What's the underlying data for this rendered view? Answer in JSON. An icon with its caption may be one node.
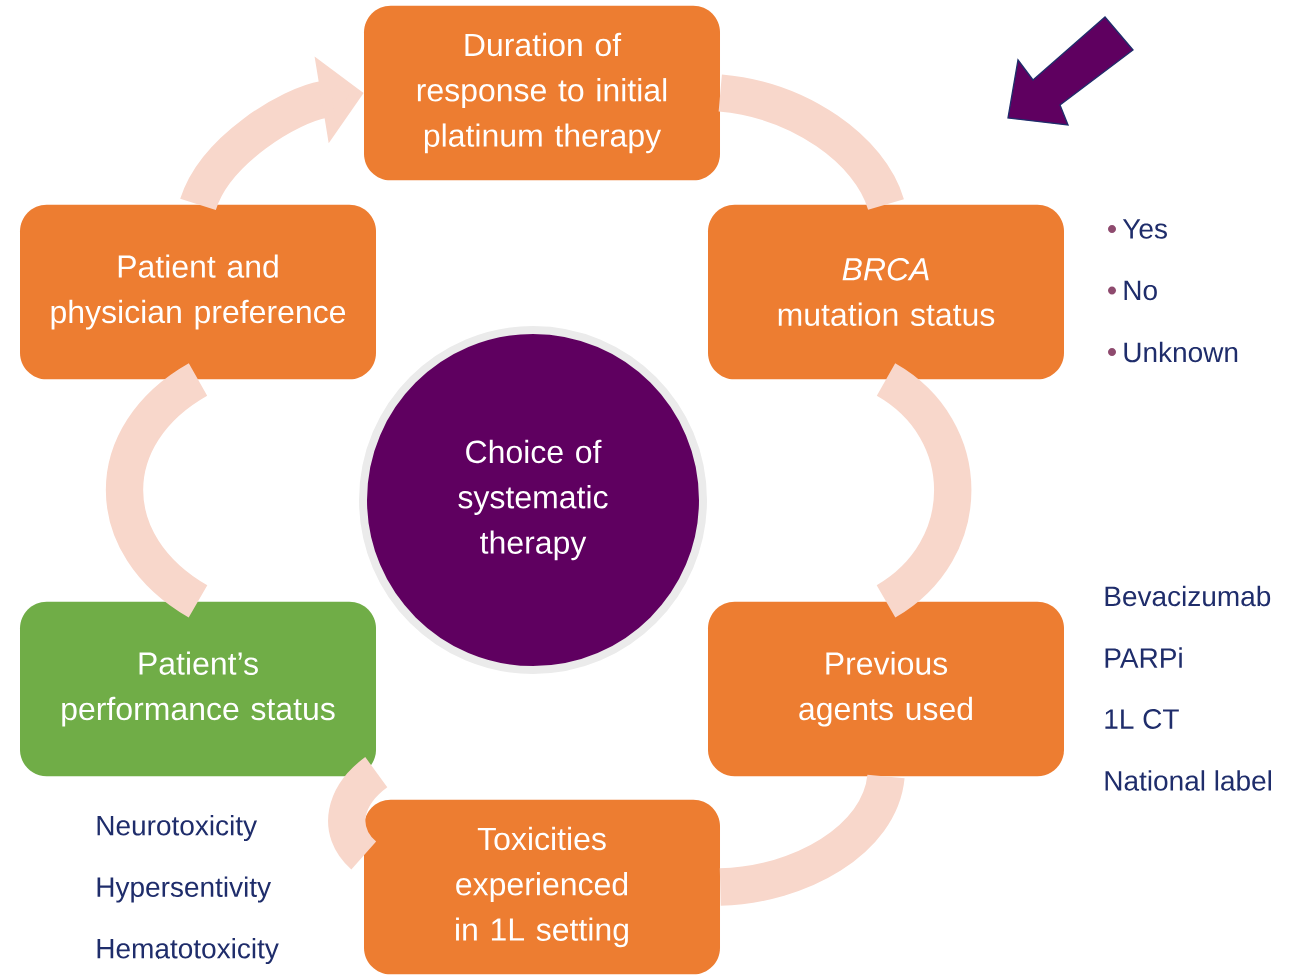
{
  "diagram": {
    "nodes": [
      {
        "text": [
          "Duration of response to initial platinum therapy"
        ]
      },
      {
        "text": [
          "*BRCA* mutation status"
        ],
        "beside": [
          "Yes",
          "No",
          "Unknown"
        ]
      },
      {
        "text": [
          "Previous agents used"
        ],
        "beside": [
          "Bevacizumab",
          "PARPi",
          "1L CT",
          "National label"
        ]
      },
      {
        "text": [
          "Toxicities experienced in 1L setting"
        ],
        "beside": [
          "Neurotoxicity",
          "Hypersentivity",
          "Hematotoxicity"
        ]
      },
      {
        "text": [
          "Patient’s performance status"
        ]
      },
      {
        "text": [
          "Patient and physician preference"
        ]
      },
      {
        "text": [
          "Choice of systematic therapy"
        ]
      }
    ],
    "edges": [
      {
        "from": 0,
        "to": 1,
        "arrow": "none"
      },
      {
        "from": 1,
        "to": 2,
        "arrow": "none"
      },
      {
        "from": 2,
        "to": 3,
        "arrow": "none"
      },
      {
        "from": 3,
        "to": 4,
        "arrow": "none"
      },
      {
        "from": 4,
        "to": 5,
        "arrow": "none"
      },
      {
        "from": 5,
        "to": 0,
        "arrow": "to"
      }
    ]
  }
}
